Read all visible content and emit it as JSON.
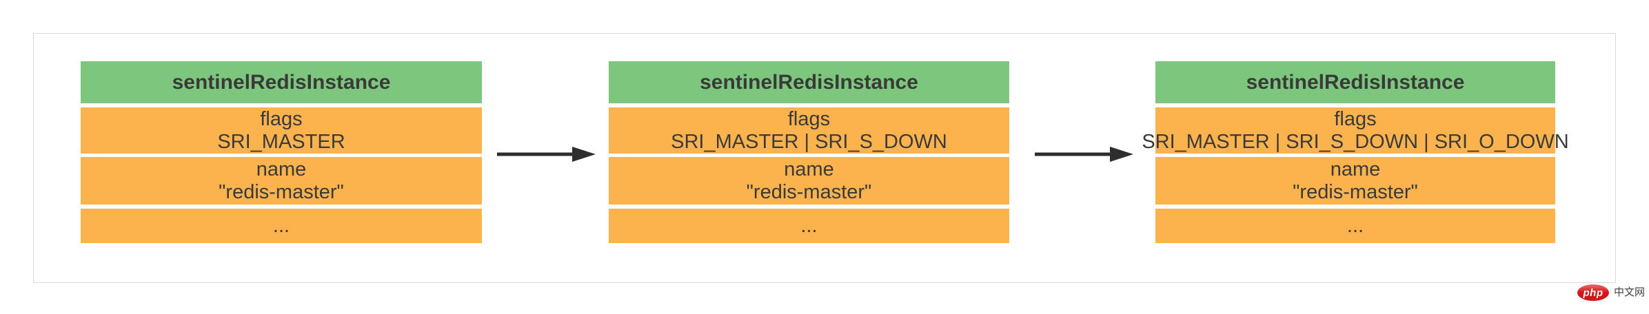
{
  "diagram": {
    "struct_title": "sentinelRedisInstance",
    "instances": [
      {
        "flags_label": "flags",
        "flags_value": "SRI_MASTER",
        "name_label": "name",
        "name_value": "\"redis-master\"",
        "more": "..."
      },
      {
        "flags_label": "flags",
        "flags_value": "SRI_MASTER | SRI_S_DOWN",
        "name_label": "name",
        "name_value": "\"redis-master\"",
        "more": "..."
      },
      {
        "flags_label": "flags",
        "flags_value": "SRI_MASTER | SRI_S_DOWN | SRI_O_DOWN",
        "name_label": "name",
        "name_value": "\"redis-master\"",
        "more": "..."
      }
    ],
    "colors": {
      "header_green": "#7dc67e",
      "row_orange": "#fcb34e",
      "text": "#3a3a3a",
      "arrow": "#2e2e2e",
      "frame_border": "#d9d9d9",
      "badge_red": "#d61418"
    }
  },
  "watermark": {
    "badge": "php",
    "site": "中文网"
  }
}
